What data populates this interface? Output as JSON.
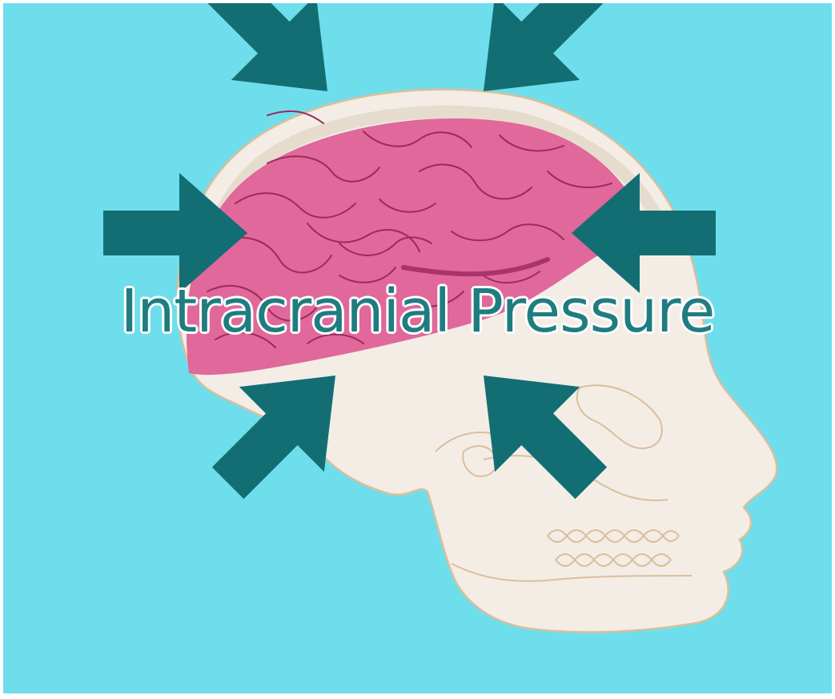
{
  "title": "Intracranial Pressure",
  "colors": {
    "background": "#6edeec",
    "skull": "#f3ede6",
    "skull_outline": "#d9bf9c",
    "brain": "#e0689b",
    "brain_lines": "#9c2a5c",
    "arrow": "#136e73",
    "title_text": "#1f7d80"
  },
  "illustration": {
    "subject": "skull-side-view",
    "arrows": [
      "top-left",
      "top-right",
      "left",
      "right",
      "bottom-left",
      "bottom-right"
    ]
  }
}
